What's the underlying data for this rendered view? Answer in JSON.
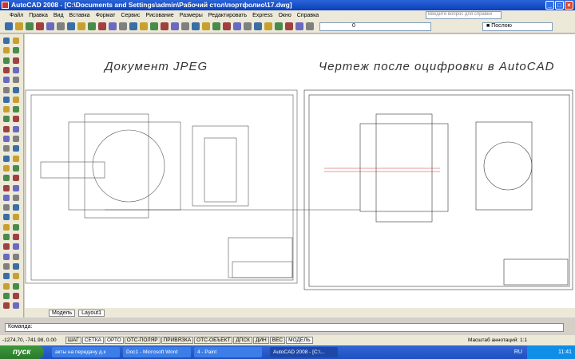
{
  "window": {
    "title": "AutoCAD 2008 - [C:\\Documents and Settings\\admin\\Рабочий стол\\портфолио\\17.dwg]"
  },
  "menu": [
    "Файл",
    "Правка",
    "Вид",
    "Вставка",
    "Формат",
    "Сервис",
    "Рисование",
    "Размеры",
    "Редактировать",
    "Express",
    "Окно",
    "Справка"
  ],
  "help_placeholder": "Введите вопрос для справки",
  "toolbar": {
    "layer": "0",
    "color": "Послою"
  },
  "canvas": {
    "left_heading": "Документ JPEG",
    "right_heading": "Чертеж после оцифровки в AutoCAD"
  },
  "tabs": [
    "Модель",
    "Layout1"
  ],
  "command": {
    "prompt": "Команда:"
  },
  "status": {
    "coords": "-1274.70, -741.98, 0.00",
    "buttons": [
      {
        "label": "ШАГ",
        "on": false
      },
      {
        "label": "СЕТКА",
        "on": true
      },
      {
        "label": "ОРТО",
        "on": true
      },
      {
        "label": "ОТС-ПОЛЯР",
        "on": false
      },
      {
        "label": "ПРИВЯЗКА",
        "on": false
      },
      {
        "label": "ОТС-ОБЪЕКТ",
        "on": false
      },
      {
        "label": "ДПСК",
        "on": false
      },
      {
        "label": "ДИН",
        "on": false
      },
      {
        "label": "ВЕС",
        "on": false
      },
      {
        "label": "МОДЕЛЬ",
        "on": true
      }
    ],
    "annot": "Масштаб аннотаций: 1:1"
  },
  "taskbar": {
    "start": "пуск",
    "tasks": [
      "акты на передачу д.к",
      "Doc1 - Microsoft Word",
      "4 - Paint",
      "AutoCAD 2008 - [C:\\..."
    ],
    "lang": "RU",
    "clock": "11:41"
  }
}
